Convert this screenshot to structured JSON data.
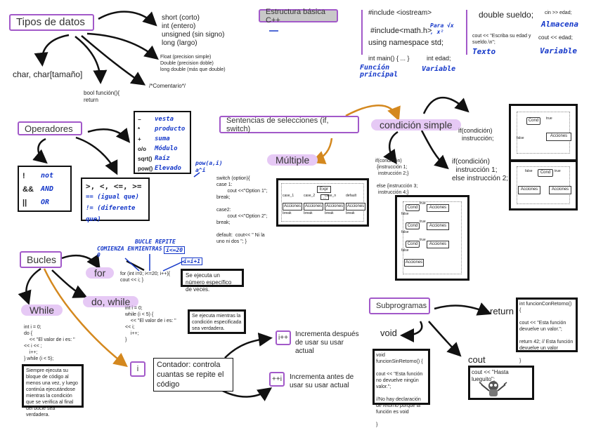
{
  "tipos": {
    "title": "Tipos de datos",
    "ints": [
      "short (corto)",
      "int (entero)",
      "unsigned (sin signo)",
      "long (largo)"
    ],
    "floats": [
      "Float (precision simple)",
      "Double (precision doble)",
      "long double (más que double)"
    ],
    "char": "char, char[tamaño]",
    "bool": [
      "bool función(){",
      "return"
    ],
    "comment": "/*Comentario*/"
  },
  "estructura": {
    "title": "Estructura básica C++",
    "lines": [
      "#include <iostream>",
      "#include<math.h>",
      "using namespace std;",
      "int main() { ... }"
    ],
    "math_note": "Para √x , x²",
    "main_note": "Función principal",
    "int_edad": "int edad;",
    "int_edad_note": "Variable",
    "double_sueldo": "double sueldo;",
    "cout_text": "cout << \"Escriba su edad y sueldo.\\n\";",
    "cout_text_note": "Texto",
    "cin": "cin >> edad;",
    "cin_note": "Almacena",
    "cout_edad": "cout << edad;",
    "cout_edad_note": "Variable"
  },
  "operadores": {
    "title": "Operadores",
    "arith": [
      {
        "sym": "−",
        "desc": "vesta"
      },
      {
        "sym": "*",
        "desc": "producto"
      },
      {
        "sym": "+",
        "desc": "suma"
      },
      {
        "sym": "o/o",
        "desc": "Módulo"
      },
      {
        "sym": "sqrt()",
        "desc": "Raíz"
      },
      {
        "sym": "pow()",
        "desc": "Elevado"
      }
    ],
    "pow_note": "pow(a,i) a^i",
    "logic": [
      {
        "sym": "!",
        "desc": "not"
      },
      {
        "sym": "&&",
        "desc": "AND"
      },
      {
        "sym": "||",
        "desc": "OR"
      }
    ],
    "compare": [
      ">, <, <=, >=",
      "== (igual que)",
      "!= (diferente que)"
    ]
  },
  "sentencias": {
    "title": "Sentencias de selecciones (if, switch)",
    "multiple": "Múltiple",
    "switch_code": [
      "switch (option){",
      "case 1:",
      "        cout <<\"Option 1\";",
      "break;",
      "",
      "case2:",
      "        cout <<\"Option 2\";",
      "break;",
      "",
      "default:  cout<< \" Ni la",
      "uno ni dos \"; }"
    ],
    "switch_diagram": {
      "cases": [
        "case_1",
        "case_2",
        "case_n",
        "default"
      ],
      "action": "Acciones",
      "break": "break",
      "expr": "Expr",
      "dots": "..."
    },
    "simple": "condición simple",
    "if_simple": [
      "if(condición)",
      "  instrucción;"
    ],
    "if_else": [
      "if(condición)",
      "  instrucción 1;",
      "else instrucción 2;"
    ],
    "if_block": [
      "if(condición)",
      " {instrucción 1;",
      "  instrucción 2;}",
      "",
      " else {instrucción 3;",
      "  instrucción 4;}"
    ],
    "flow_labels": {
      "cond": "Cond",
      "true": "true",
      "false": "false",
      "action": "Acciones"
    }
  },
  "bucles": {
    "title": "Bucles",
    "for": "for",
    "for_code": [
      "for (int i=0; i<=20; i++){",
      "cout << i; }"
    ],
    "for_note_start": "COMIENZA EN 0",
    "for_note_repeat": "BUCLE REPITE MIENTRAS",
    "for_note_cond": "i<=20",
    "for_note_inc": "i=i+1",
    "for_desc": "Se ejecuta un número específico de veces.",
    "dowhile": "do, while",
    "dowhile_code": [
      "int i = 0;",
      "while (i < 5) {",
      "    << \"El valor de i es: \"",
      "<< i;",
      "    i++;",
      "}"
    ],
    "dowhile_desc": "Se ejecuta mientras la condición especificada sea verdadera.",
    "while": "While",
    "while_code": [
      "int i = 0;",
      "do {",
      "    << \"El valor de i es: \"",
      "<< i << ;",
      "    i++;",
      "} while (i < 5);"
    ],
    "while_desc": "Siempre ejecuta su bloque de código al menos una vez, y luego continúa ejecutándose mientras la condición que se verifica al final del bucle sea verdadera.",
    "counter": "i",
    "counter_desc": "Contador: controla cuantas se repite el código",
    "post": "i++",
    "post_desc": "Incrementa después de usar su usar actual",
    "pre": "++i",
    "pre_desc": "Incrementa antes de usar su usar actual"
  },
  "subprogramas": {
    "title": "Subprogramas",
    "return": "return",
    "return_code": [
      "int funcionConRetorno() {",
      "",
      "    cout << \"Esta función devuelve un valor.\";",
      "",
      "    return 42;  // Esta función devuelve un valor",
      "",
      "}"
    ],
    "void": "void",
    "void_code": [
      "void funcionSinRetorno() {",
      "",
      "    cout << \"Esta función no devuelve ningún valor.\";",
      "",
      "    //No hay declaración de retorno porque la función es void",
      "",
      "}"
    ],
    "cout": "cout",
    "cout_code": "cout << \"Hasta lueguito\";"
  }
}
